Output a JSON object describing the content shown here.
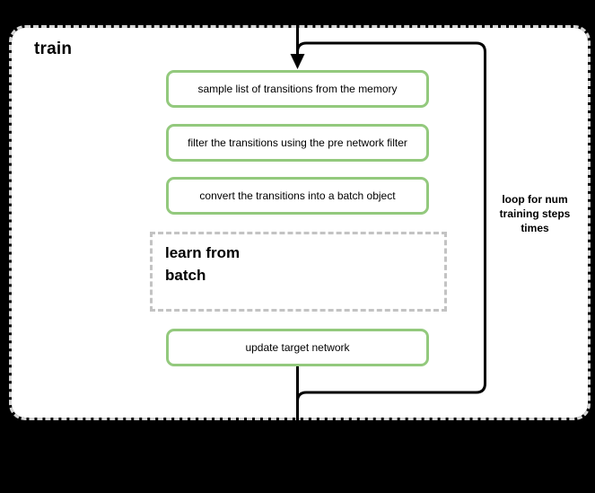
{
  "title": "train",
  "steps": [
    {
      "label": "sample list of transitions from the memory"
    },
    {
      "label": "filter the transitions using the pre network filter"
    },
    {
      "label": "convert the transitions into a batch object"
    }
  ],
  "learn_group": {
    "lines": [
      "learn from",
      "batch"
    ]
  },
  "final_step": {
    "label": "update target network"
  },
  "loop_annotation": {
    "lines": [
      "loop for num",
      "training steps",
      "times"
    ]
  },
  "colors": {
    "background": "#000000",
    "surface": "#ffffff",
    "step_border_green": "#93c97d",
    "outer_dashed_border": "#d6d6d6",
    "group_dashed_border": "#c3c3c3",
    "connector": "#000000",
    "text": "#000000"
  }
}
